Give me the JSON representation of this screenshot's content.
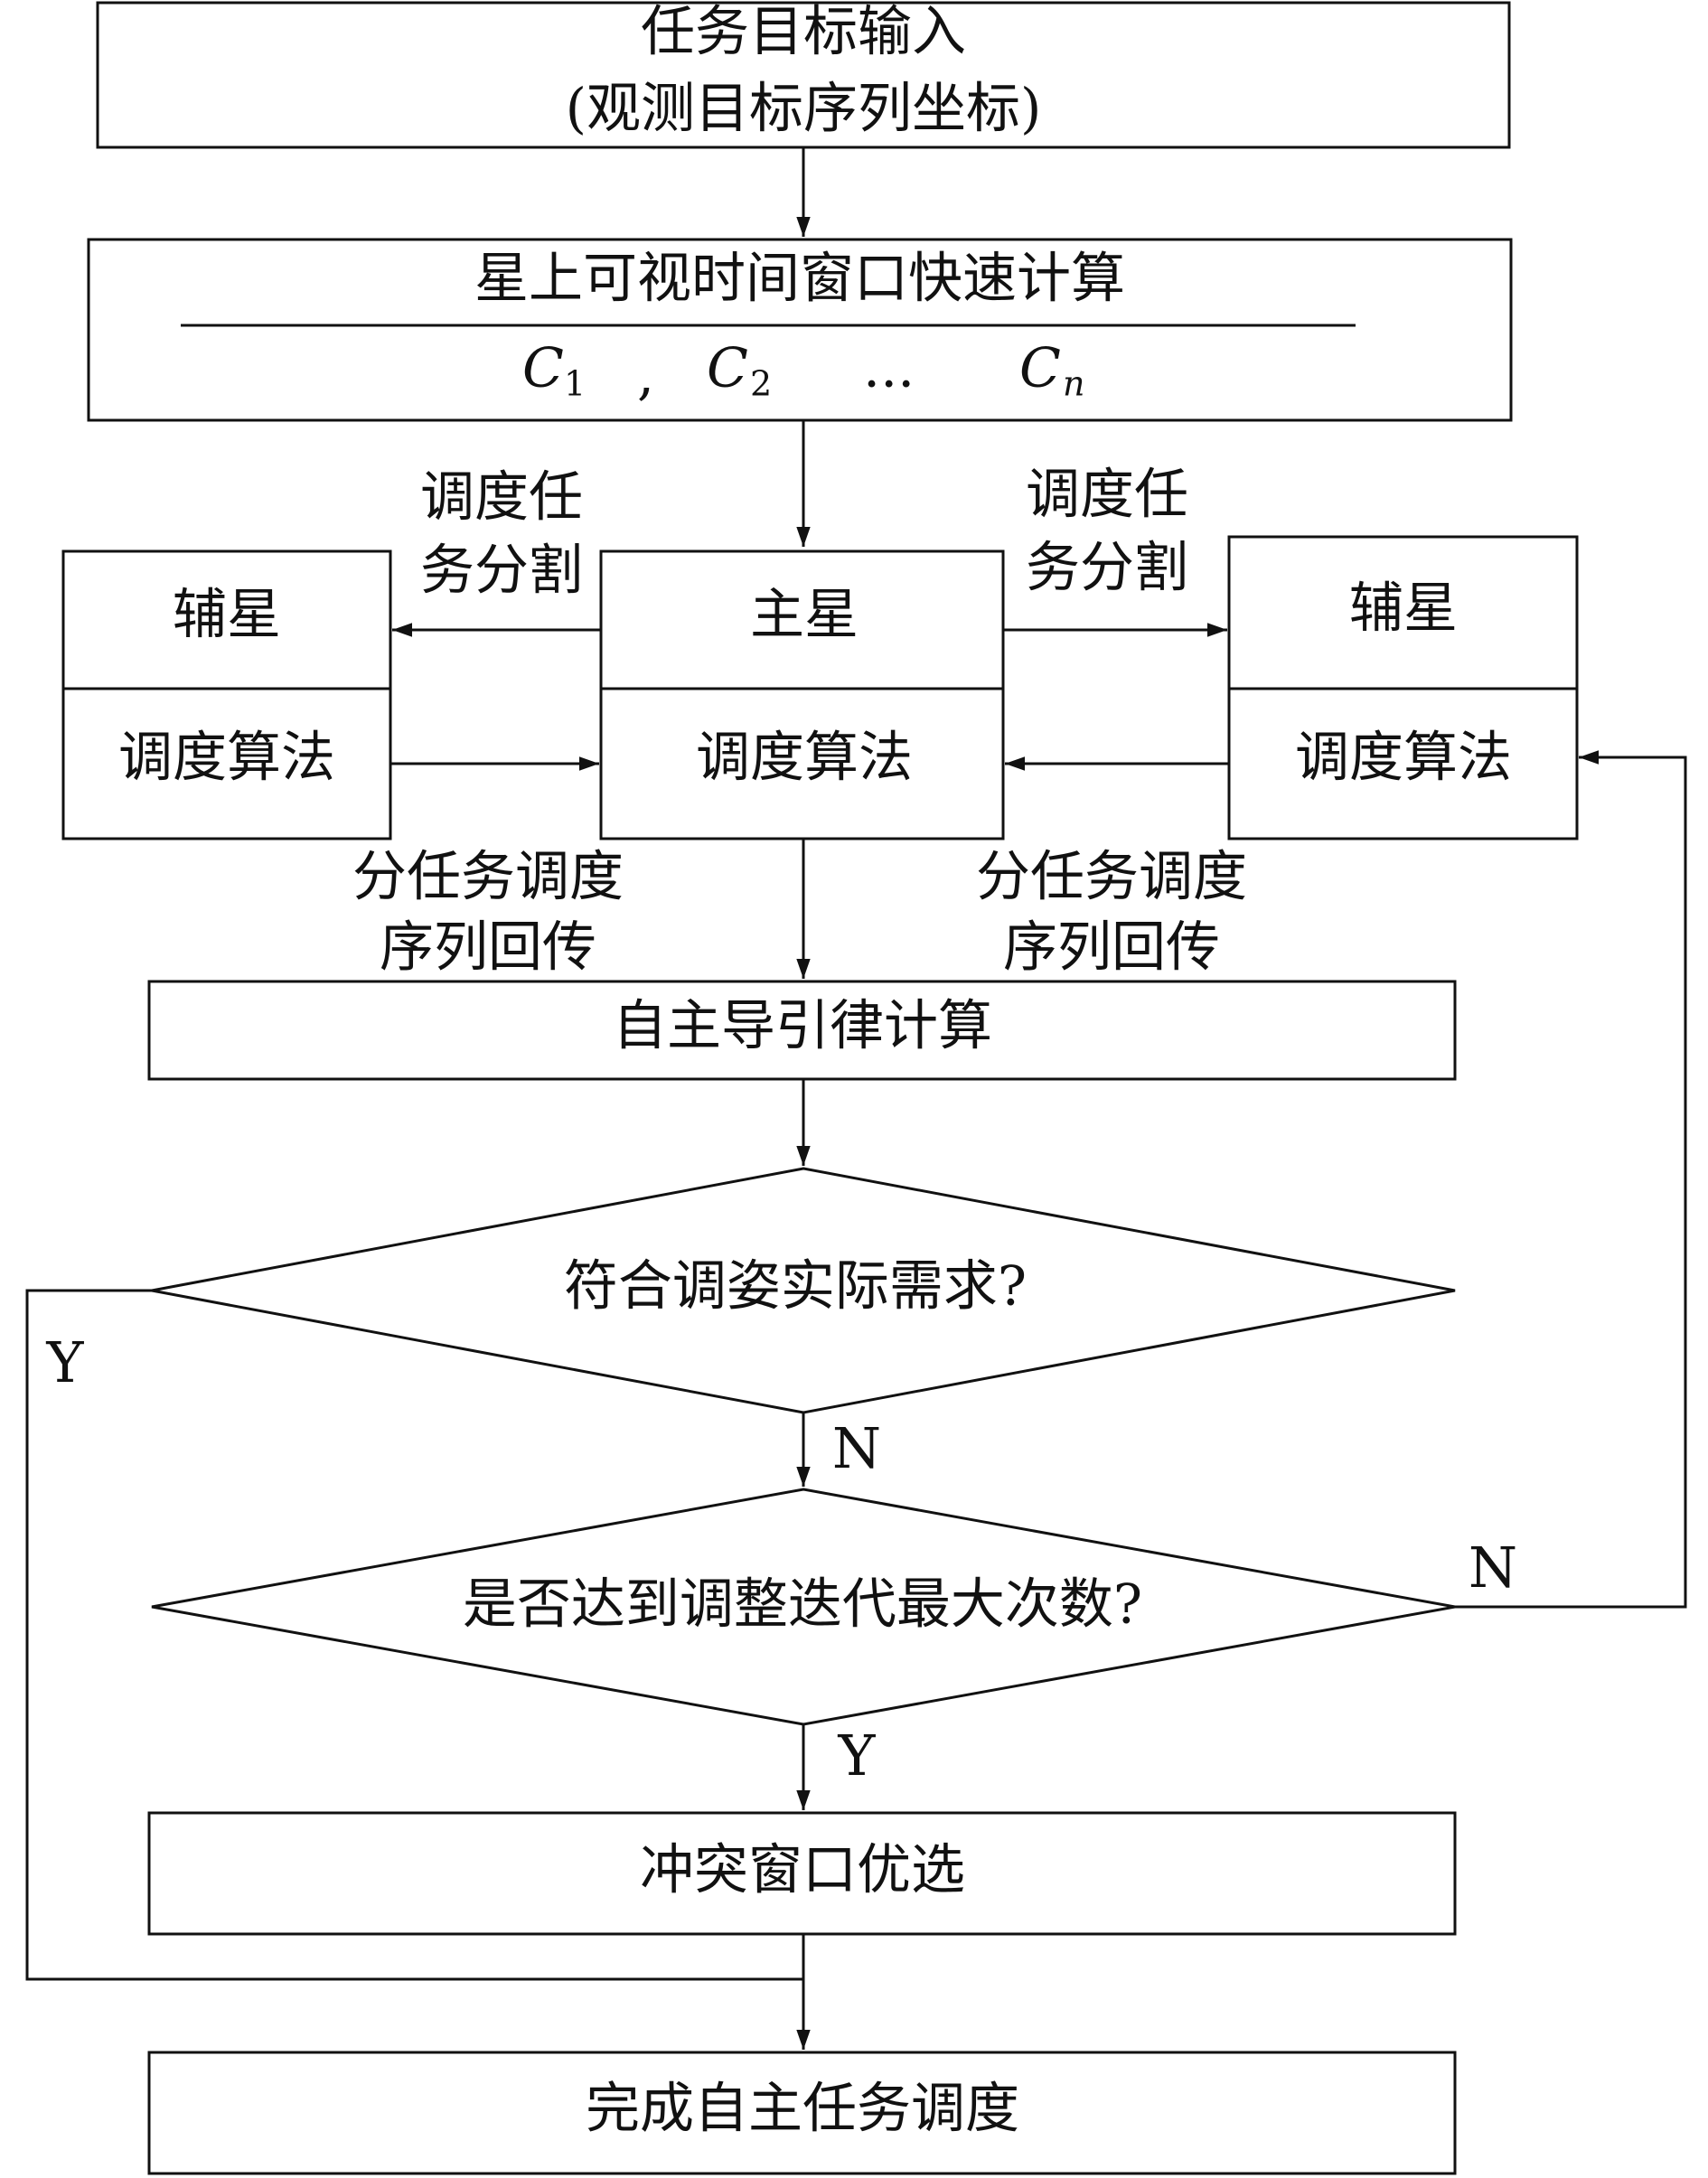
{
  "input": {
    "line1": "任务目标输入",
    "line2": "(观测目标序列坐标)"
  },
  "visibility": {
    "title": "星上可视时间窗口快速计算",
    "c1": "C",
    "c1_sub": "1",
    "comma": ",",
    "c2": "C",
    "c2_sub": "2",
    "dots": "...",
    "cn": "C",
    "cn_sub": "n"
  },
  "split_left": {
    "line1": "调度任",
    "line2": "务分割"
  },
  "split_right": {
    "line1": "调度任",
    "line2": "务分割"
  },
  "aux_left": {
    "name": "辅星",
    "algo": "调度算法"
  },
  "main_sat": {
    "name": "主星",
    "algo": "调度算法"
  },
  "aux_right": {
    "name": "辅星",
    "algo": "调度算法"
  },
  "return_left": {
    "line1": "分任务调度",
    "line2": "序列回传"
  },
  "return_right": {
    "line1": "分任务调度",
    "line2": "序列回传"
  },
  "guidance": "自主导引律计算",
  "decision1": {
    "text": "符合调姿实际需求?",
    "yes": "Y",
    "no": "N"
  },
  "decision2": {
    "text": "是否达到调整迭代最大次数?",
    "yes": "Y",
    "no": "N"
  },
  "conflict": "冲突窗口优选",
  "finish": "完成自主任务调度"
}
